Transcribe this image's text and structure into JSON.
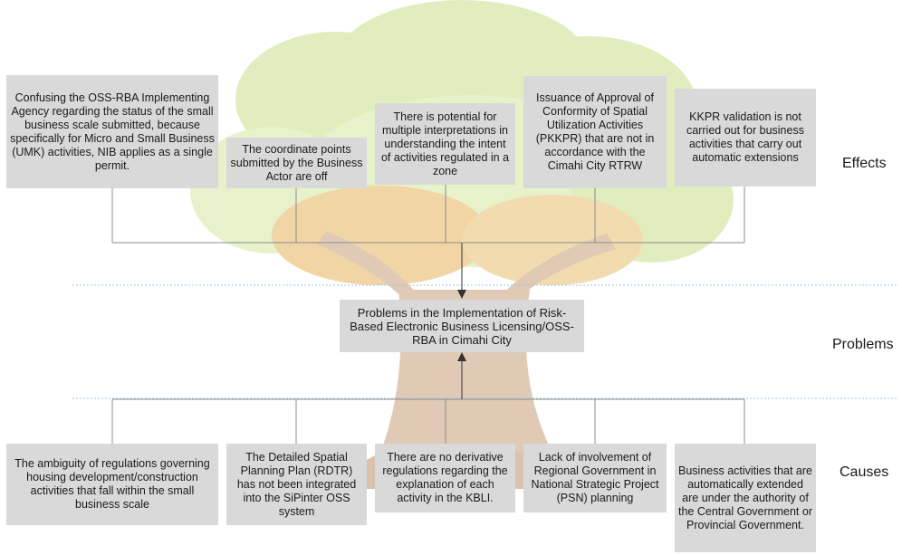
{
  "effects_label": "Effects",
  "problems_label": "Problems",
  "causes_label": "Causes",
  "effects": [
    "Confusing the OSS-RBA Implementing Agency regarding the status of the small business scale submitted, because specifically for Micro and Small Business (UMK) activities, NIB applies as a single permit.",
    "The coordinate points submitted by the Business Actor are off",
    "There is potential for multiple interpretations in understanding the intent of activities regulated in a zone",
    "Issuance of Approval of Conformity of Spatial Utilization Activities (PKKPR) that are not in accordance with the Cimahi City RTRW",
    "KKPR validation is not carried out for business activities that carry out automatic extensions"
  ],
  "problem": "Problems in the Implementation of Risk-Based Electronic Business Licensing/OSS-RBA in Cimahi City",
  "causes": [
    "The ambiguity of regulations governing housing development/construction activities that fall within the small business scale",
    "The Detailed Spatial Planning Plan (RDTR) has not been integrated into the SiPinter OSS system",
    "There are no derivative regulations regarding the explanation of each activity in the KBLI.",
    "Lack of involvement of Regional Government in National Strategic Project (PSN) planning",
    "Business activities that are automatically extended are under the authority of the Central Government or Provincial Government."
  ],
  "colors": {
    "box": "#d9d9d9",
    "connector": "#8c8c8c",
    "arrow": "#333333",
    "divider": "#9dc3e6",
    "foliage": "#c9df8a",
    "trunk": "#c8a07a"
  }
}
